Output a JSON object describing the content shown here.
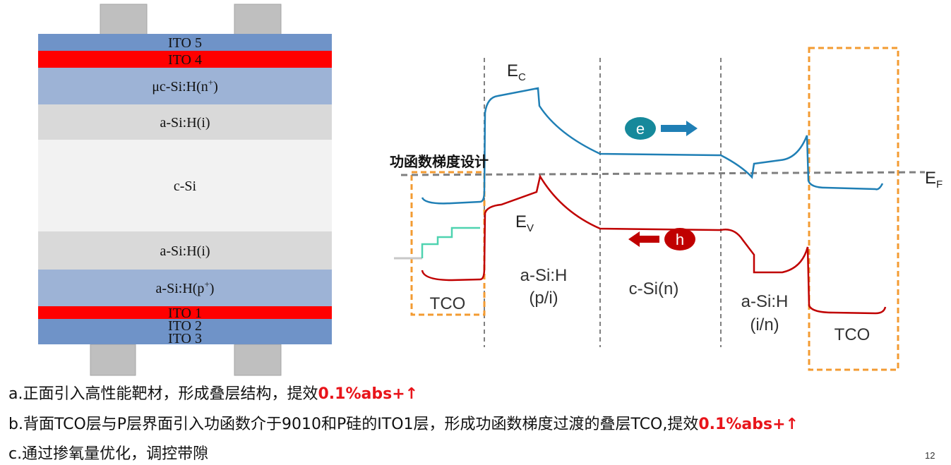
{
  "layers": [
    {
      "label": "ITO 5",
      "color": "#6f93c8"
    },
    {
      "label": "ITO 4",
      "color": "#ff0000"
    },
    {
      "label": "μc-Si:H(n",
      "sup": "+",
      "suffix": ")",
      "color": "#9db3d6"
    },
    {
      "label": "a-Si:H(i)",
      "color": "#d9d9d9"
    },
    {
      "label": "c-Si",
      "color": "#f2f2f2"
    },
    {
      "label": "a-Si:H(i)",
      "color": "#d9d9d9"
    },
    {
      "label": "a-Si:H(p",
      "sup": "+",
      "suffix": ")",
      "color": "#9db3d6"
    },
    {
      "label": "ITO 1",
      "color": "#ff0000"
    },
    {
      "label": "ITO 2",
      "color": "#6f93c8"
    },
    {
      "label": "ITO 3",
      "color": "#6f93c8"
    }
  ],
  "band": {
    "ec_label": "E",
    "ec_sub": "C",
    "ev_label": "E",
    "ev_sub": "V",
    "ef_label": "E",
    "ef_sub": "F",
    "workfunction_label": "功函数梯度设计",
    "electron": "e",
    "hole": "h",
    "regions": {
      "tco_left": "TCO",
      "asi_pi_1": "a-Si:H",
      "asi_pi_2": "(p/i)",
      "csi": "c-Si(n)",
      "asi_in_1": "a-Si:H",
      "asi_in_2": "(i/n)",
      "tco_right": "TCO"
    },
    "colors": {
      "conduction": "#1f7fb5",
      "valence": "#c00000",
      "fermi": "#808080",
      "tco_box": "#f39b32",
      "electron": "#16899b",
      "hole": "#c00000"
    }
  },
  "bullets": [
    {
      "pre": "a.正面引入高性能靶材，形成叠层结构，提效",
      "highlight": "0.1%abs+↑"
    },
    {
      "pre": "b.背面TCO层与P层界面引入功函数介于9010和P硅的ITO1层，形成功函数梯度过渡的叠层TCO,提效",
      "highlight": "0.1%abs+↑"
    },
    {
      "pre": "c.通过掺氧量优化，调控带隙",
      "highlight": ""
    }
  ],
  "page_number": "12"
}
